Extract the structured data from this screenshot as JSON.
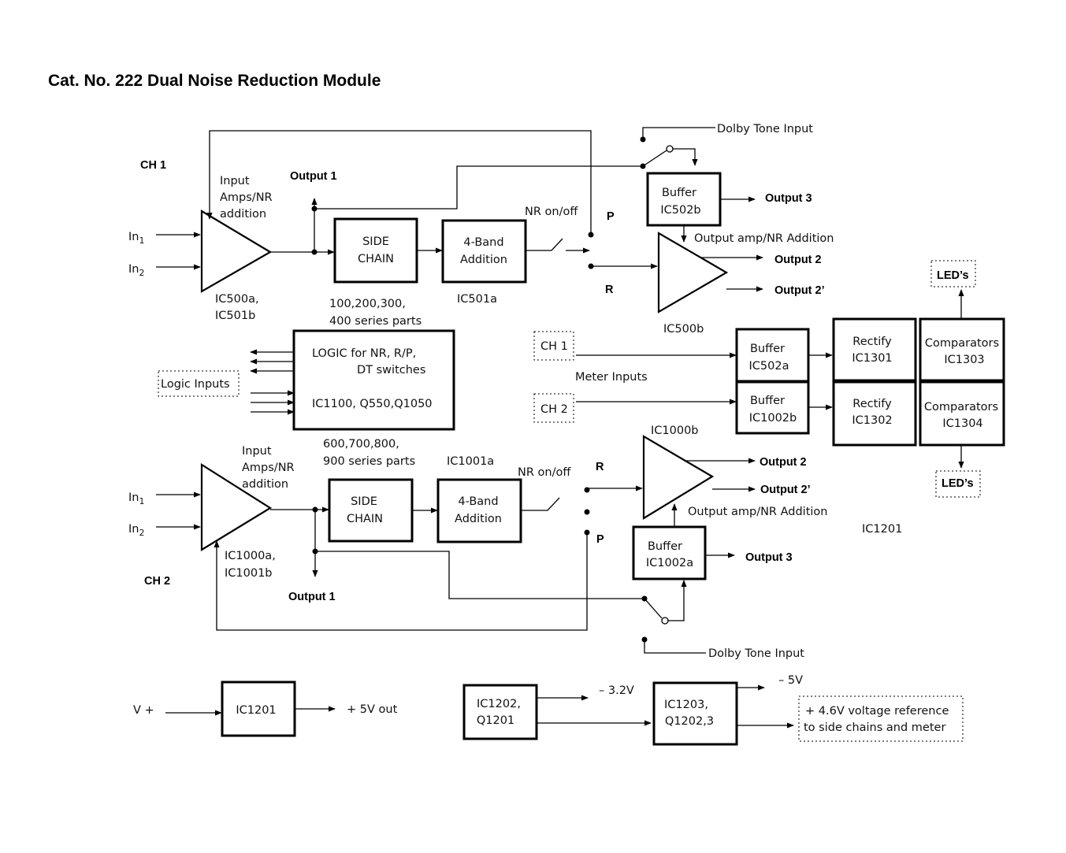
{
  "title": "Cat. No. 222 Dual Noise Reduction Module",
  "ch1": {
    "channel_label": "CH 1",
    "in1": "In",
    "in2": "In",
    "in1_sub": "1",
    "in2_sub": "2",
    "input_amp_label": [
      "Input",
      "Amps/NR",
      "addition"
    ],
    "input_amp_ic": [
      "IC500a,",
      "IC501b"
    ],
    "output1": "Output 1",
    "side_chain": [
      "SIDE",
      "CHAIN"
    ],
    "series_parts": [
      "100,200,300,",
      "400 series parts"
    ],
    "four_band": [
      "4-Band",
      "Addition"
    ],
    "four_band_ic": "IC501a",
    "nr_onoff": "NR on/off",
    "p_label": "P",
    "r_label": "R",
    "dolby_tone": "Dolby Tone Input",
    "buffer": [
      "Buffer",
      "IC502b"
    ],
    "output3": "Output 3",
    "output_amp": "Output amp/NR Addition",
    "output2": "Output 2",
    "output2p": "Output 2’",
    "output_ic": "IC500b"
  },
  "logic": {
    "line1": "LOGIC  for  NR, R/P,",
    "line2": "DT  switches",
    "line3": "IC1100, Q550,Q1050",
    "inputs_label": "Logic Inputs"
  },
  "meter": {
    "ch1": "CH 1",
    "ch2": "CH 2",
    "label": "Meter Inputs",
    "buffer_a": [
      "Buffer",
      "IC502a"
    ],
    "buffer_b": [
      "Buffer",
      "IC1002b"
    ],
    "rectify1": [
      "Rectify",
      "IC1301"
    ],
    "rectify2": [
      "Rectify",
      "IC1302"
    ],
    "comp1": [
      "Comparators",
      "IC1303"
    ],
    "comp2": [
      "Comparators",
      "IC1304"
    ],
    "leds_top": "LED’s",
    "leds_bottom": "LED’s"
  },
  "ch2": {
    "channel_label": "CH 2",
    "in1": "In",
    "in2": "In",
    "in1_sub": "1",
    "in2_sub": "2",
    "series_parts": [
      "600,700,800,",
      "900 series parts"
    ],
    "input_amp_label": [
      "Input",
      "Amps/NR",
      "addition"
    ],
    "input_amp_ic": [
      "IC1000a,",
      "IC1001b"
    ],
    "output1": "Output 1",
    "side_chain": [
      "SIDE",
      "CHAIN"
    ],
    "four_band": [
      "4-Band",
      "Addition"
    ],
    "four_band_ic": "IC1001a",
    "nr_onoff": "NR on/off",
    "r_label": "R",
    "p_label": "P",
    "output_ic": "IC1000b",
    "output2": "Output 2",
    "output2p": "Output 2’",
    "output_amp": "Output amp/NR Addition",
    "buffer": [
      "Buffer",
      "IC1002a"
    ],
    "output3": "Output 3",
    "dolby_tone": "Dolby Tone Input",
    "ic1201_label": "IC1201"
  },
  "power": {
    "vplus": "V +",
    "ic1201": "IC1201",
    "out5v": "+ 5V out",
    "ic1202": [
      "IC1202,",
      "Q1201"
    ],
    "neg32": "– 3.2V",
    "ic1203": [
      "IC1203,",
      "Q1202,3"
    ],
    "neg5": "– 5V",
    "vref": [
      "+ 4.6V   voltage reference",
      "to side chains and meter"
    ]
  }
}
